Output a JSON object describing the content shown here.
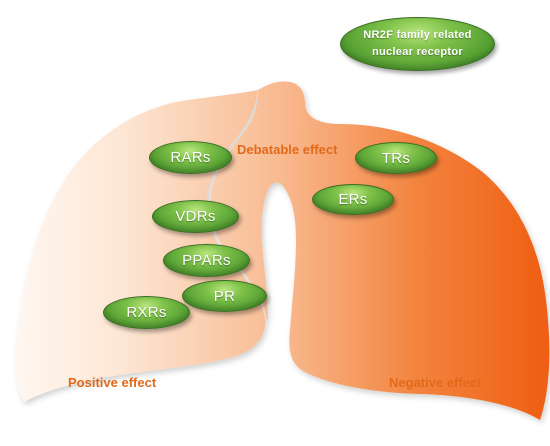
{
  "legend": {
    "label": "NR2F family related\nnuclear receptor"
  },
  "regions": {
    "top": "Debatable effect",
    "left": "Positive effect",
    "right": "Negative effect"
  },
  "receptors": [
    {
      "id": "rars",
      "label": "RARs"
    },
    {
      "id": "trs",
      "label": "TRs"
    },
    {
      "id": "ers",
      "label": "ERs"
    },
    {
      "id": "vdrs",
      "label": "VDRs"
    },
    {
      "id": "ppars",
      "label": "PPARs"
    },
    {
      "id": "pr",
      "label": "PR"
    },
    {
      "id": "rxrs",
      "label": "RXRs"
    }
  ],
  "colors": {
    "lung_left": "#fde8d9",
    "lung_right": "#f26a1f",
    "pill_green": "#5aa838",
    "label_orange": "#e06a1a"
  }
}
